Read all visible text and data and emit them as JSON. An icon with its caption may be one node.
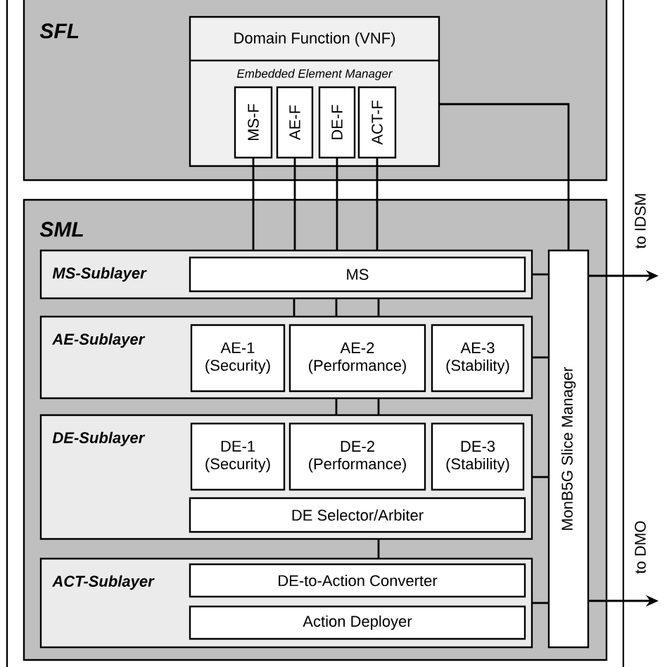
{
  "diagram": {
    "nodes": [
      {
        "text": [
          "SFL"
        ]
      },
      {
        "text": [
          "Domain Function (VNF)",
          "Embedded Element Manager"
        ],
        "in": 0
      },
      {
        "text": [
          "MS-F"
        ],
        "in": 1
      },
      {
        "text": [
          "AE-F"
        ],
        "in": 1
      },
      {
        "text": [
          "DE-F"
        ],
        "in": 1
      },
      {
        "text": [
          "ACT-F"
        ],
        "in": 1
      },
      {
        "text": [
          "SML"
        ]
      },
      {
        "text": [
          "MS-Sublayer"
        ],
        "in": 6
      },
      {
        "text": [
          "MS"
        ],
        "in": 7
      },
      {
        "text": [
          "AE-Sublayer"
        ],
        "in": 6
      },
      {
        "text": [
          "AE-1 (Security)"
        ],
        "in": 9
      },
      {
        "text": [
          "AE-2 (Performance)"
        ],
        "in": 9
      },
      {
        "text": [
          "AE-3 (Stability)"
        ],
        "in": 9
      },
      {
        "text": [
          "DE-Sublayer"
        ],
        "in": 6
      },
      {
        "text": [
          "DE-1 (Security)"
        ],
        "in": 13
      },
      {
        "text": [
          "DE-2 (Performance)"
        ],
        "in": 13
      },
      {
        "text": [
          "DE-3 (Stability)"
        ],
        "in": 13
      },
      {
        "text": [
          "DE Selector/Arbiter"
        ],
        "in": 13
      },
      {
        "text": [
          "ACT-Sublayer"
        ],
        "in": 6
      },
      {
        "text": [
          "DE-to-Action Converter"
        ],
        "in": 18
      },
      {
        "text": [
          "Action Deployer"
        ],
        "in": 18
      },
      {
        "text": [
          "MonB5G Slice Manager"
        ],
        "in": 6
      }
    ],
    "edges": [
      {
        "from": 2,
        "to": 7,
        "arrow": "none"
      },
      {
        "from": 3,
        "to": 7,
        "arrow": "none"
      },
      {
        "from": 4,
        "to": 7,
        "arrow": "none"
      },
      {
        "from": 5,
        "to": 7,
        "arrow": "none"
      },
      {
        "from": 7,
        "to": 9,
        "arrow": "none"
      },
      {
        "from": 7,
        "to": 9,
        "arrow": "none"
      },
      {
        "from": 7,
        "to": 9,
        "arrow": "none"
      },
      {
        "from": 9,
        "to": 13,
        "arrow": "none"
      },
      {
        "from": 9,
        "to": 13,
        "arrow": "none"
      },
      {
        "from": 13,
        "to": 18,
        "arrow": "none"
      },
      {
        "from": 1,
        "to": 21,
        "arrow": "none"
      },
      {
        "from": 7,
        "to": 21,
        "arrow": "none"
      },
      {
        "from": 9,
        "to": 21,
        "arrow": "none"
      },
      {
        "from": 13,
        "to": 21,
        "arrow": "none"
      },
      {
        "from": 18,
        "to": 21,
        "arrow": "none"
      },
      {
        "from": 21,
        "to": null,
        "arrow": "to",
        "label": "to IDSM"
      },
      {
        "from": 21,
        "to": null,
        "arrow": "to",
        "label": "to DMO"
      }
    ]
  }
}
